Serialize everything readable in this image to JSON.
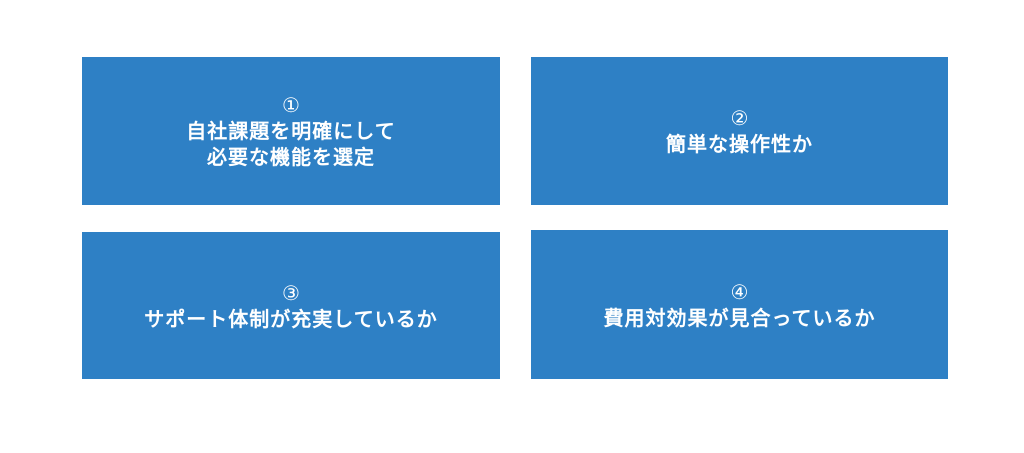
{
  "colors": {
    "card_background": "#2e80c5",
    "card_text": "#ffffff",
    "page_background": "#ffffff"
  },
  "cards": [
    {
      "number": "①",
      "lines": [
        "自社課題を明確にして",
        "必要な機能を選定"
      ]
    },
    {
      "number": "②",
      "lines": [
        "簡単な操作性か"
      ]
    },
    {
      "number": "③",
      "lines": [
        "サポート体制が充実しているか"
      ]
    },
    {
      "number": "④",
      "lines": [
        "費用対効果が見合っているか"
      ]
    }
  ]
}
